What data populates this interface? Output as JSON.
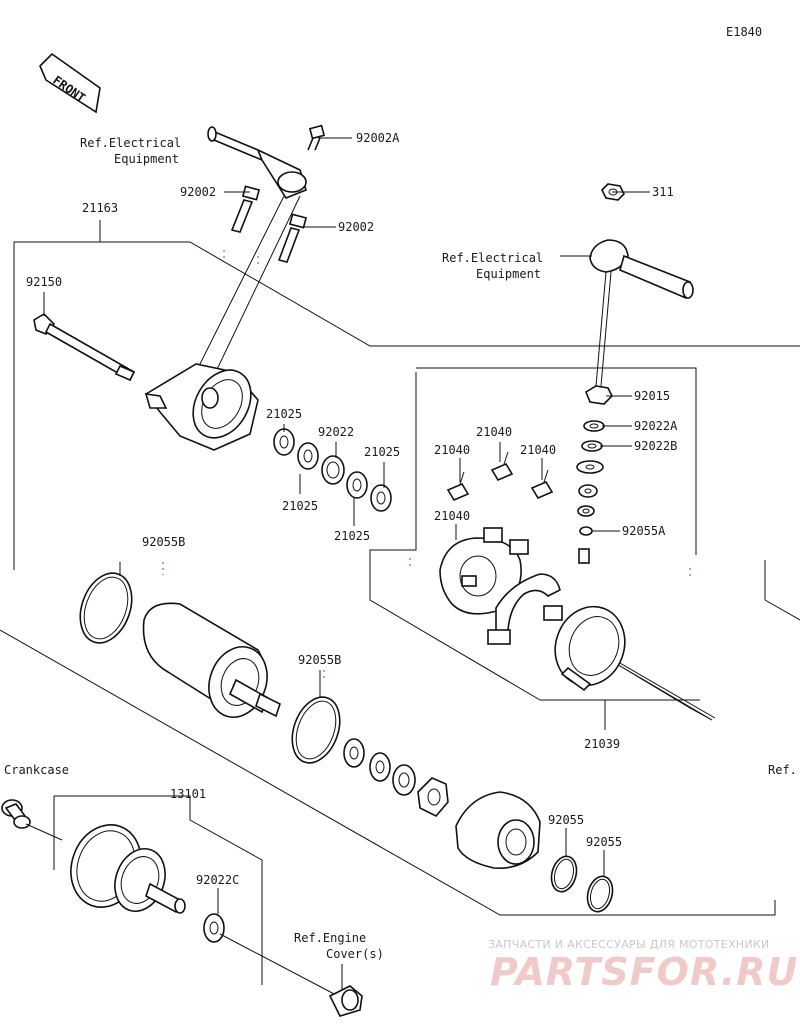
{
  "diagram_code": "E1840",
  "front_label": "FRONT",
  "labels": {
    "p92002A": "92002A",
    "p92002_a": "92002",
    "p92002_b": "92002",
    "p21163": "21163",
    "p92150": "92150",
    "p21025_a": "21025",
    "p21025_b": "21025",
    "p21025_c": "21025",
    "p21025_d": "21025",
    "p92022": "92022",
    "p311": "311",
    "p92015": "92015",
    "p92022A": "92022A",
    "p92022B": "92022B",
    "p92055A": "92055A",
    "p21040_a": "21040",
    "p21040_b": "21040",
    "p21040_c": "21040",
    "p21040_d": "21040",
    "p92055B_a": "92055B",
    "p92055B_b": "92055B",
    "p21039": "21039",
    "p13101": "13101",
    "p92022C": "92022C",
    "p92055_a": "92055",
    "p92055_b": "92055"
  },
  "refs": {
    "ref_elec_1_l1": "Ref.Electrical",
    "ref_elec_1_l2": "Equipment",
    "ref_elec_2_l1": "Ref.Electrical",
    "ref_elec_2_l2": "Equipment",
    "crankcase": "Crankcase",
    "engine_cover_l1": "Ref.Engine",
    "engine_cover_l2": "Cover(s)",
    "ref_edge": "Ref."
  },
  "watermark": {
    "line1": "ЗАПЧАСТИ И АКСЕССУАРЫ ДЛЯ МОТОТЕХНИКИ",
    "line2": "PARTSFOR.RU"
  }
}
